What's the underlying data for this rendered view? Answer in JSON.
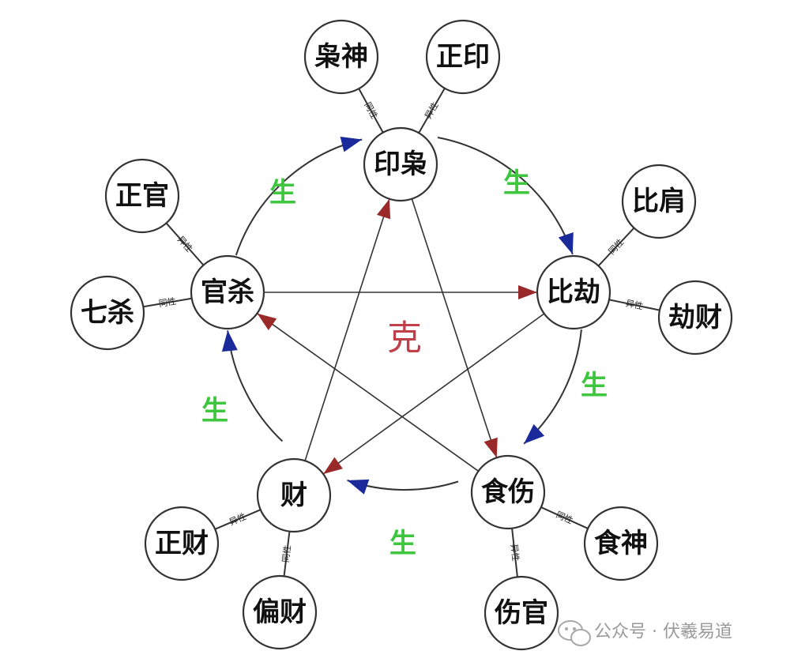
{
  "diagram": {
    "center_label": "克",
    "generate_label": "生",
    "colors": {
      "generate_text": "#3ec63e",
      "generate_arrow": "#1a2a9a",
      "control_text": "#c0404a",
      "control_arrow": "#9a2a2a",
      "line": "#333333"
    },
    "nodes": [
      {
        "id": "yinxiao",
        "label": "印枭"
      },
      {
        "id": "bijie",
        "label": "比劫"
      },
      {
        "id": "shishang",
        "label": "食伤"
      },
      {
        "id": "cai",
        "label": "财"
      },
      {
        "id": "guansha",
        "label": "官杀"
      }
    ],
    "sub_nodes": [
      {
        "id": "xiaoshen",
        "label": "枭神",
        "parent": "yinxiao",
        "relation": "同性"
      },
      {
        "id": "zhengyin",
        "label": "正印",
        "parent": "yinxiao",
        "relation": "异性"
      },
      {
        "id": "bijian",
        "label": "比肩",
        "parent": "bijie",
        "relation": "同性"
      },
      {
        "id": "jiecai",
        "label": "劫财",
        "parent": "bijie",
        "relation": "异性"
      },
      {
        "id": "shishen",
        "label": "食神",
        "parent": "shishang",
        "relation": "同性"
      },
      {
        "id": "shangguan",
        "label": "伤官",
        "parent": "shishang",
        "relation": "异性"
      },
      {
        "id": "zhengcai",
        "label": "正财",
        "parent": "cai",
        "relation": "异性"
      },
      {
        "id": "piancai",
        "label": "偏财",
        "parent": "cai",
        "relation": "同性"
      },
      {
        "id": "zhengguan",
        "label": "正官",
        "parent": "guansha",
        "relation": "异性"
      },
      {
        "id": "qisha",
        "label": "七杀",
        "parent": "guansha",
        "relation": "同性"
      }
    ],
    "generate_cycle": [
      {
        "from": "guansha",
        "to": "yinxiao"
      },
      {
        "from": "yinxiao",
        "to": "bijie"
      },
      {
        "from": "bijie",
        "to": "shishang"
      },
      {
        "from": "shishang",
        "to": "cai"
      },
      {
        "from": "cai",
        "to": "guansha"
      }
    ],
    "control_cycle": [
      {
        "from": "yinxiao",
        "to": "shishang"
      },
      {
        "from": "shishang",
        "to": "guansha"
      },
      {
        "from": "guansha",
        "to": "bijie"
      },
      {
        "from": "bijie",
        "to": "cai"
      },
      {
        "from": "cai",
        "to": "yinxiao"
      }
    ]
  },
  "watermark": {
    "text": "公众号 · 伏羲易道",
    "icon": "wechat-icon"
  }
}
